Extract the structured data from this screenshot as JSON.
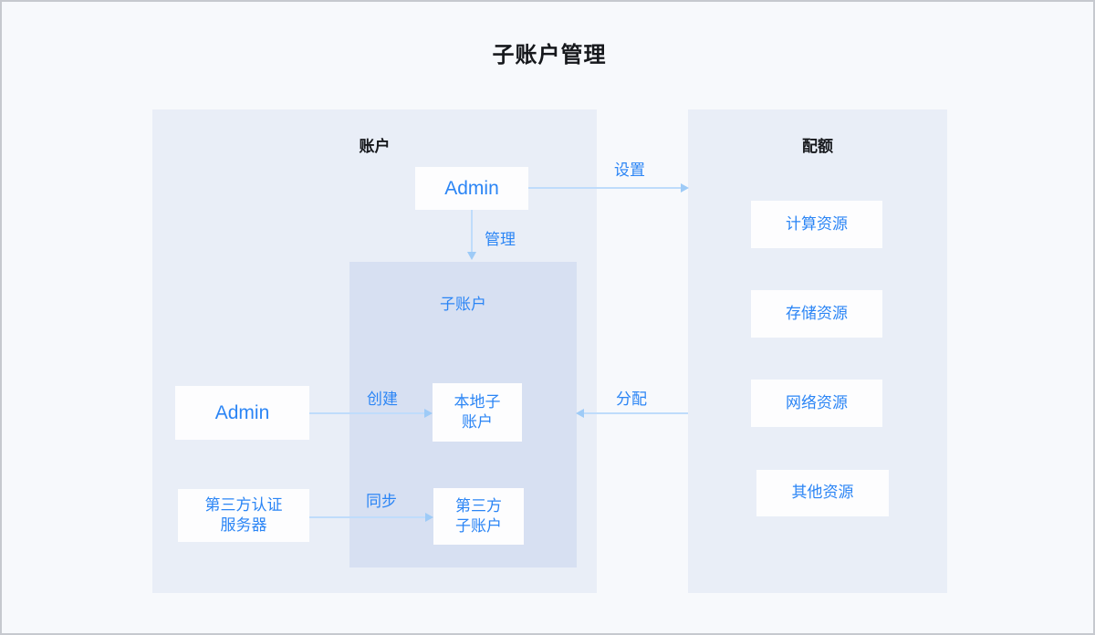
{
  "page": {
    "title": "子账户管理",
    "background": "#f7f9fc",
    "border_color": "#c6c9cf",
    "accent_blue": "#2b85f5",
    "connector_blue": "#bfdcfb",
    "panel_bg": "#e9eef7",
    "subpanel_bg": "#d7e0f2",
    "node_bg": "#fdfdfe"
  },
  "accounts_panel": {
    "title": "账户",
    "admin_top": "Admin",
    "admin_left": "Admin",
    "idp_server": "第三方认证\n服务器",
    "idp_server_line1": "第三方认证",
    "idp_server_line2": "服务器",
    "subpanel": {
      "label": "子账户",
      "local_sub_line1": "本地子",
      "local_sub_line2": "账户",
      "thirdparty_sub_line1": "第三方",
      "thirdparty_sub_line2": "子账户"
    }
  },
  "quota_panel": {
    "title": "配额",
    "items": [
      {
        "label": "计算资源"
      },
      {
        "label": "存储资源"
      },
      {
        "label": "网络资源"
      },
      {
        "label": "其他资源"
      }
    ]
  },
  "edges": [
    {
      "label": "设置",
      "from": "admin_top",
      "to": "quota_panel",
      "direction": "right"
    },
    {
      "label": "管理",
      "from": "admin_top",
      "to": "subpanel",
      "direction": "down"
    },
    {
      "label": "创建",
      "from": "admin_left",
      "to": "local_sub",
      "direction": "right"
    },
    {
      "label": "同步",
      "from": "idp_server",
      "to": "thirdparty_sub",
      "direction": "right"
    },
    {
      "label": "分配",
      "from": "quota_panel",
      "to": "local_sub",
      "direction": "left"
    }
  ]
}
